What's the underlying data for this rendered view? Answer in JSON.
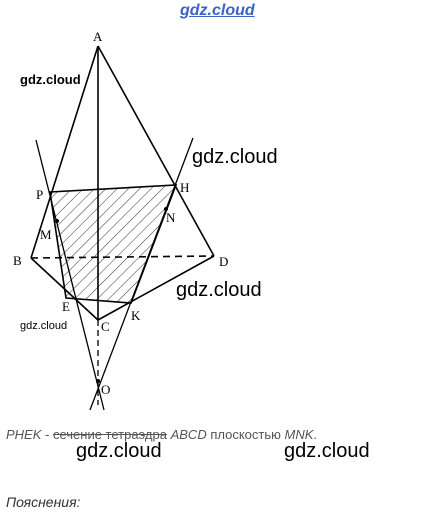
{
  "watermarks": {
    "top": "gdz.cloud",
    "a": "gdz.cloud",
    "b": "gdz.cloud",
    "c": "gdz.cloud",
    "d": "gdz.cloud",
    "e": "gdz.cloud",
    "f": "gdz.cloud"
  },
  "figure": {
    "labels": {
      "A": "A",
      "B": "B",
      "C": "C",
      "D": "D",
      "P": "P",
      "H": "H",
      "E": "E",
      "K": "K",
      "M": "M",
      "N": "N",
      "O": "O"
    }
  },
  "caption": {
    "part1": "PHEK",
    "part2": " - ",
    "part3": "сечение тетраэдра",
    "part4": " ",
    "part5": "ABCD",
    "part6": " плоскостью ",
    "part7": "MNK",
    "part8": "."
  },
  "explanation": "Пояснения:"
}
